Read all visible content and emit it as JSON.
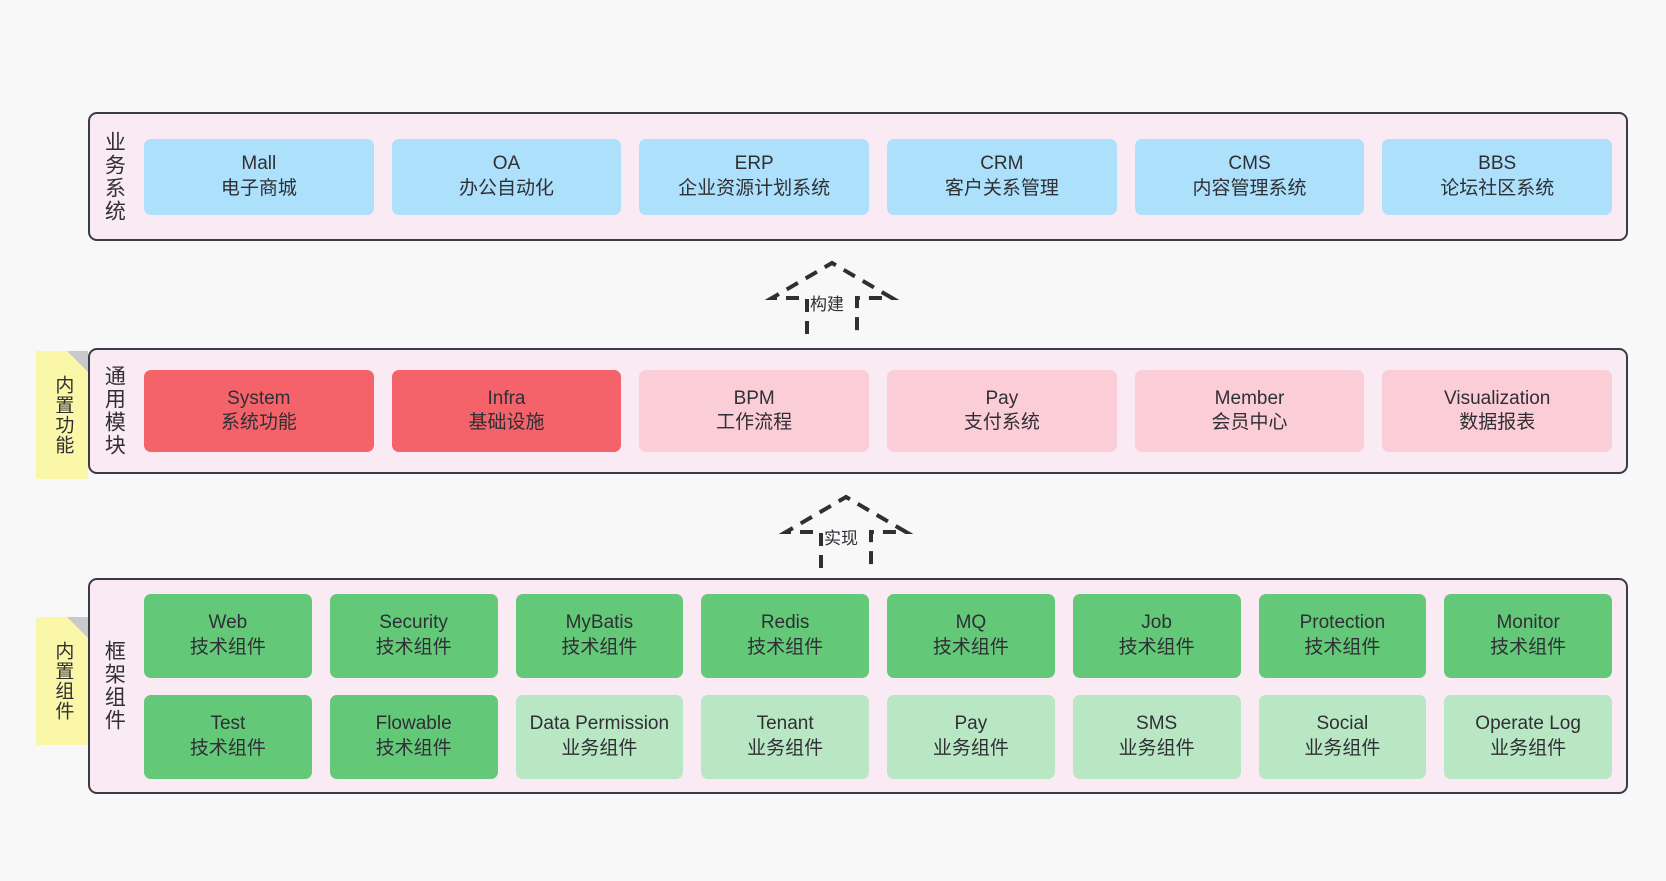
{
  "layers": [
    {
      "id": "business",
      "title": "业务系统",
      "rows": [
        {
          "cells": [
            {
              "en": "Mall",
              "cn": "电子商城",
              "color": "blue"
            },
            {
              "en": "OA",
              "cn": "办公自动化",
              "color": "blue"
            },
            {
              "en": "ERP",
              "cn": "企业资源计划系统",
              "color": "blue"
            },
            {
              "en": "CRM",
              "cn": "客户关系管理",
              "color": "blue"
            },
            {
              "en": "CMS",
              "cn": "内容管理系统",
              "color": "blue"
            },
            {
              "en": "BBS",
              "cn": "论坛社区系统",
              "color": "blue"
            }
          ]
        }
      ]
    },
    {
      "id": "common",
      "title": "通用模块",
      "rows": [
        {
          "cells": [
            {
              "en": "System",
              "cn": "系统功能",
              "color": "red"
            },
            {
              "en": "Infra",
              "cn": "基础设施",
              "color": "red"
            },
            {
              "en": "BPM",
              "cn": "工作流程",
              "color": "pink"
            },
            {
              "en": "Pay",
              "cn": "支付系统",
              "color": "pink"
            },
            {
              "en": "Member",
              "cn": "会员中心",
              "color": "pink"
            },
            {
              "en": "Visualization",
              "cn": "数据报表",
              "color": "pink"
            }
          ]
        }
      ]
    },
    {
      "id": "framework",
      "title": "框架组件",
      "rows": [
        {
          "cells": [
            {
              "en": "Web",
              "cn": "技术组件",
              "color": "green"
            },
            {
              "en": "Security",
              "cn": "技术组件",
              "color": "green"
            },
            {
              "en": "MyBatis",
              "cn": "技术组件",
              "color": "green"
            },
            {
              "en": "Redis",
              "cn": "技术组件",
              "color": "green"
            },
            {
              "en": "MQ",
              "cn": "技术组件",
              "color": "green"
            },
            {
              "en": "Job",
              "cn": "技术组件",
              "color": "green"
            },
            {
              "en": "Protection",
              "cn": "技术组件",
              "color": "green"
            },
            {
              "en": "Monitor",
              "cn": "技术组件",
              "color": "green"
            }
          ]
        },
        {
          "cells": [
            {
              "en": "Test",
              "cn": "技术组件",
              "color": "green"
            },
            {
              "en": "Flowable",
              "cn": "技术组件",
              "color": "green"
            },
            {
              "en": "Data Permission",
              "cn": "业务组件",
              "color": "lgreen"
            },
            {
              "en": "Tenant",
              "cn": "业务组件",
              "color": "lgreen"
            },
            {
              "en": "Pay",
              "cn": "业务组件",
              "color": "lgreen"
            },
            {
              "en": "SMS",
              "cn": "业务组件",
              "color": "lgreen"
            },
            {
              "en": "Social",
              "cn": "业务组件",
              "color": "lgreen"
            },
            {
              "en": "Operate Log",
              "cn": "业务组件",
              "color": "lgreen"
            }
          ]
        }
      ]
    }
  ],
  "notes": [
    {
      "id": "builtin-func",
      "text": "内置功能"
    },
    {
      "id": "builtin-comp",
      "text": "内置组件"
    }
  ],
  "arrows": [
    {
      "id": "build",
      "label": "构建"
    },
    {
      "id": "implement",
      "label": "实现"
    }
  ],
  "colors": {
    "blue": "#ade0fb",
    "red": "#f4636a",
    "pink": "#fbcdd7",
    "green": "#63c878",
    "light_green": "#b9e7c4",
    "layer_bg": "#f9eaf4",
    "layer_border": "#3b3b45",
    "note_bg": "#fbf7a8",
    "note_fold": "#c9c9cc",
    "page_bg": "#f8f8f8",
    "text": "#2f2f35"
  }
}
